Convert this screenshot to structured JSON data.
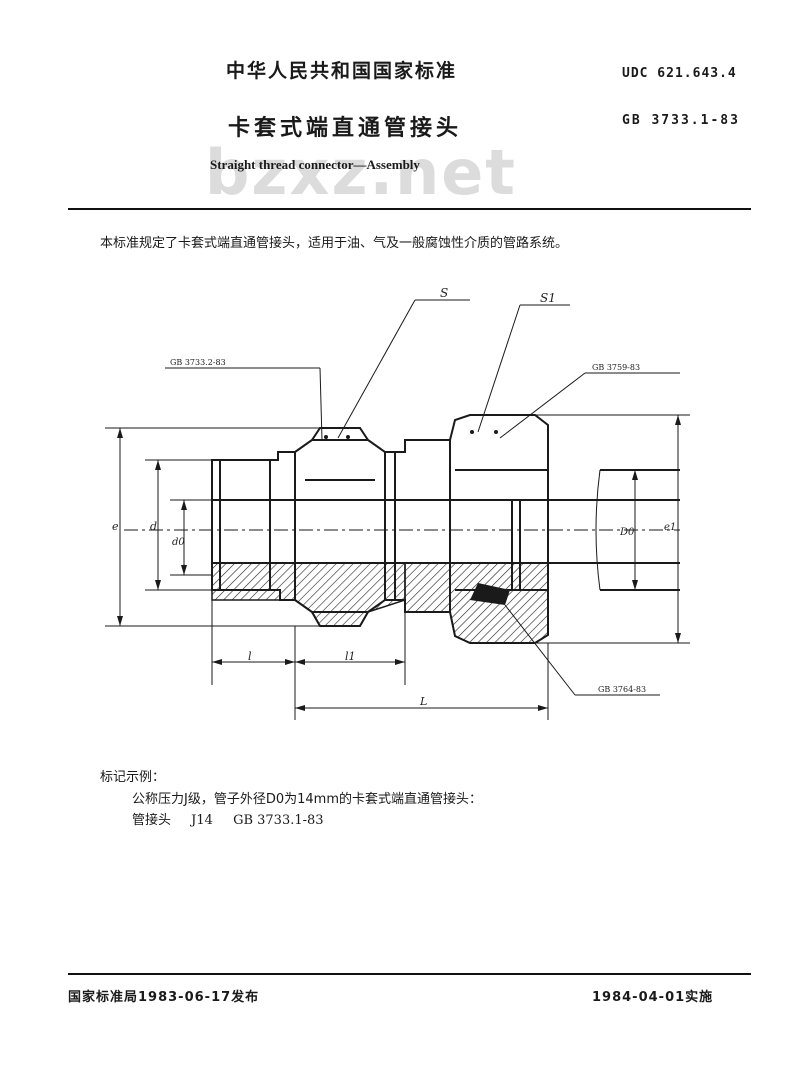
{
  "header": {
    "country_standard": "中华人民共和国国家标准",
    "udc": "UDC 621.643.4",
    "title": "卡套式端直通管接头",
    "code": "GB 3733.1-83",
    "subtitle": "Straight thread connector—Assembly",
    "watermark": "bzxz.net"
  },
  "scope_text": "本标准规定了卡套式端直通管接头，适用于油、气及一般腐蚀性介质的管路系统。",
  "drawing": {
    "labels": {
      "s": "S",
      "s1": "S1",
      "ref_body": "GB 3733.2-83",
      "ref_nut": "GB 3759-83",
      "ref_ferrule": "GB 3764-83",
      "e": "e",
      "d": "d",
      "d0": "d0",
      "D0": "D0",
      "e1": "e1",
      "l": "l",
      "l1": "l1",
      "L": "L"
    }
  },
  "marking": {
    "title": "标记示例：",
    "line1": "公称压力J级，管子外径D0为14mm的卡套式端直通管接头：",
    "line2_parts": [
      "管接头",
      "J14",
      "GB 3733.1-83"
    ]
  },
  "footer": {
    "issued": "国家标准局1983-06-17发布",
    "effective": "1984-04-01实施"
  }
}
